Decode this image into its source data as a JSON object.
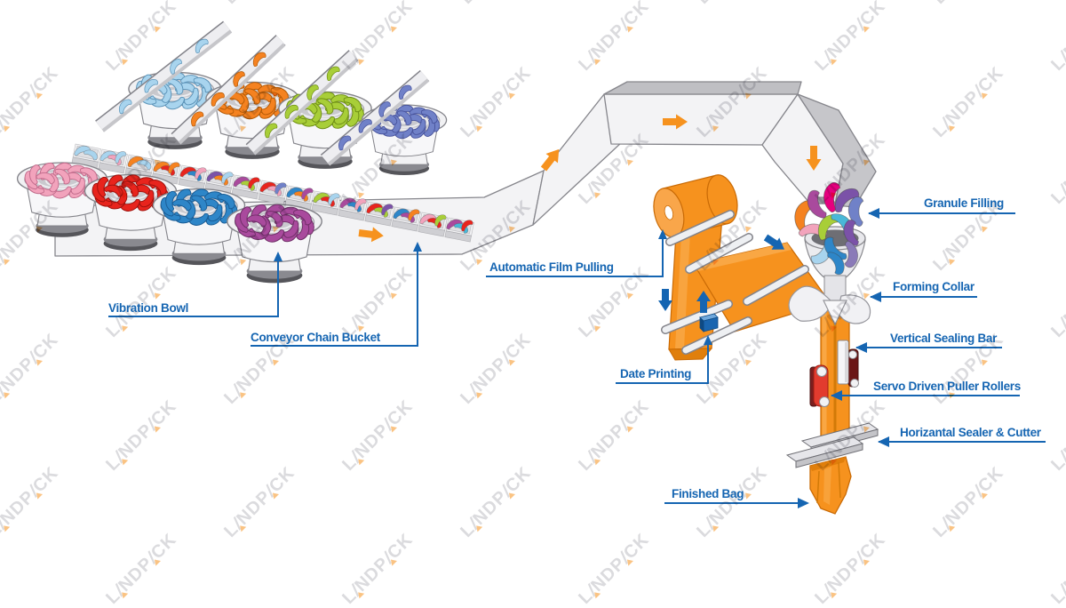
{
  "watermark": {
    "brand": "LANDPACK",
    "display_text": "L/NDP/CK",
    "text_color": "#c9c9ce",
    "accent_color": "#F6921E"
  },
  "labels": [
    {
      "id": "vibration-bowl",
      "text": "Vibration Bowl"
    },
    {
      "id": "conveyor-chain-bucket",
      "text": "Conveyor Chain Bucket"
    },
    {
      "id": "automatic-film-pulling",
      "text": "Automatic Film Pulling"
    },
    {
      "id": "date-printing",
      "text": "Date Printing"
    },
    {
      "id": "granule-filling",
      "text": "Granule Filling"
    },
    {
      "id": "forming-collar",
      "text": "Forming Collar"
    },
    {
      "id": "vertical-sealing-bar",
      "text": "Vertical Sealing Bar"
    },
    {
      "id": "servo-driven-puller-rollers",
      "text": "Servo Driven Puller Rollers"
    },
    {
      "id": "horizontal-sealer-cutter",
      "text": "Horizantal Sealer & Cutter"
    },
    {
      "id": "finished-bag",
      "text": "Finished Bag"
    }
  ],
  "colors": {
    "label_blue": "#1565B2",
    "machine_orange": "#F6921E",
    "arrow_orange": "#F6921E",
    "conveyor_gray": "#f3f3f5",
    "bowl_content_colors": [
      "#A8D4EE",
      "#F58220",
      "#A8CE38",
      "#7081C8",
      "#F2A3BC",
      "#E8241D",
      "#2E86C8",
      "#A94A9D"
    ]
  },
  "machine": {
    "vibration_bowl_count": 8
  }
}
